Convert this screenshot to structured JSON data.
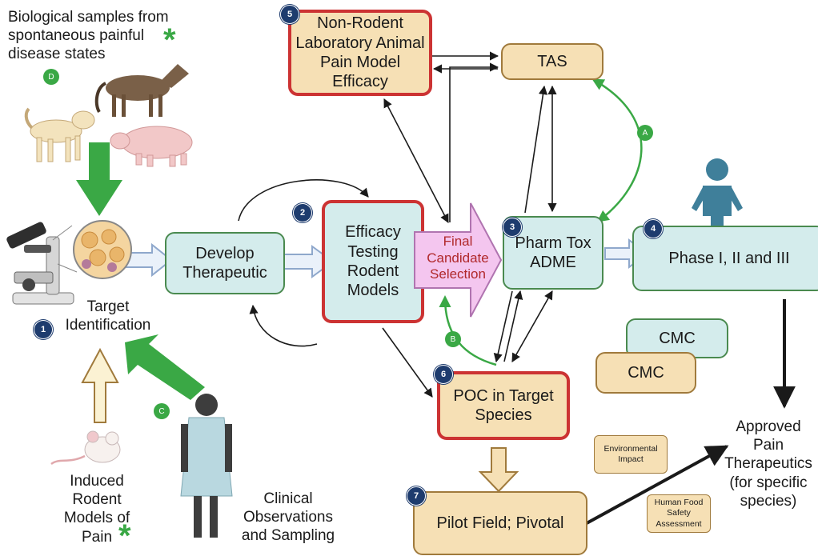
{
  "labels": {
    "bio_samples": "Biological samples from spontaneous painful disease states",
    "target_identification": "Target Identification",
    "induced_rodent": "Induced Rodent Models of Pain",
    "clinical": "Clinical Observations and Sampling",
    "approved": "Approved Pain Therapeutics (for specific species)"
  },
  "boxes": {
    "develop": "Develop Therapeutic",
    "efficacy": "Efficacy Testing Rodent Models",
    "final": "Final Candidate Selection",
    "pharm": "Pharm Tox ADME",
    "phase": "Phase I, II and III",
    "nonrodent": "Non-Rodent Laboratory Animal Pain Model Efficacy",
    "tas": "TAS",
    "poc": "POC in Target Species",
    "pilot": "Pilot Field; Pivotal",
    "cmc_back": "CMC",
    "cmc_front": "CMC",
    "env": "Environmental Impact",
    "food": "Human Food Safety Assessment"
  },
  "numbers": {
    "n1": "1",
    "n2": "2",
    "n3": "3",
    "n4": "4",
    "n5": "5",
    "n6": "6",
    "n7": "7"
  },
  "green_labels": {
    "a": "A",
    "b": "B",
    "c": "C",
    "d": "D"
  },
  "asterisk": "*",
  "colors": {
    "teal_fill": "#d4ecec",
    "tan_fill": "#f6e0b5",
    "red_border": "#cc3333",
    "green": "#3aa845",
    "navy": "#1e3c6e",
    "final_fill": "#f4c6ef",
    "final_text": "#b0282a"
  }
}
